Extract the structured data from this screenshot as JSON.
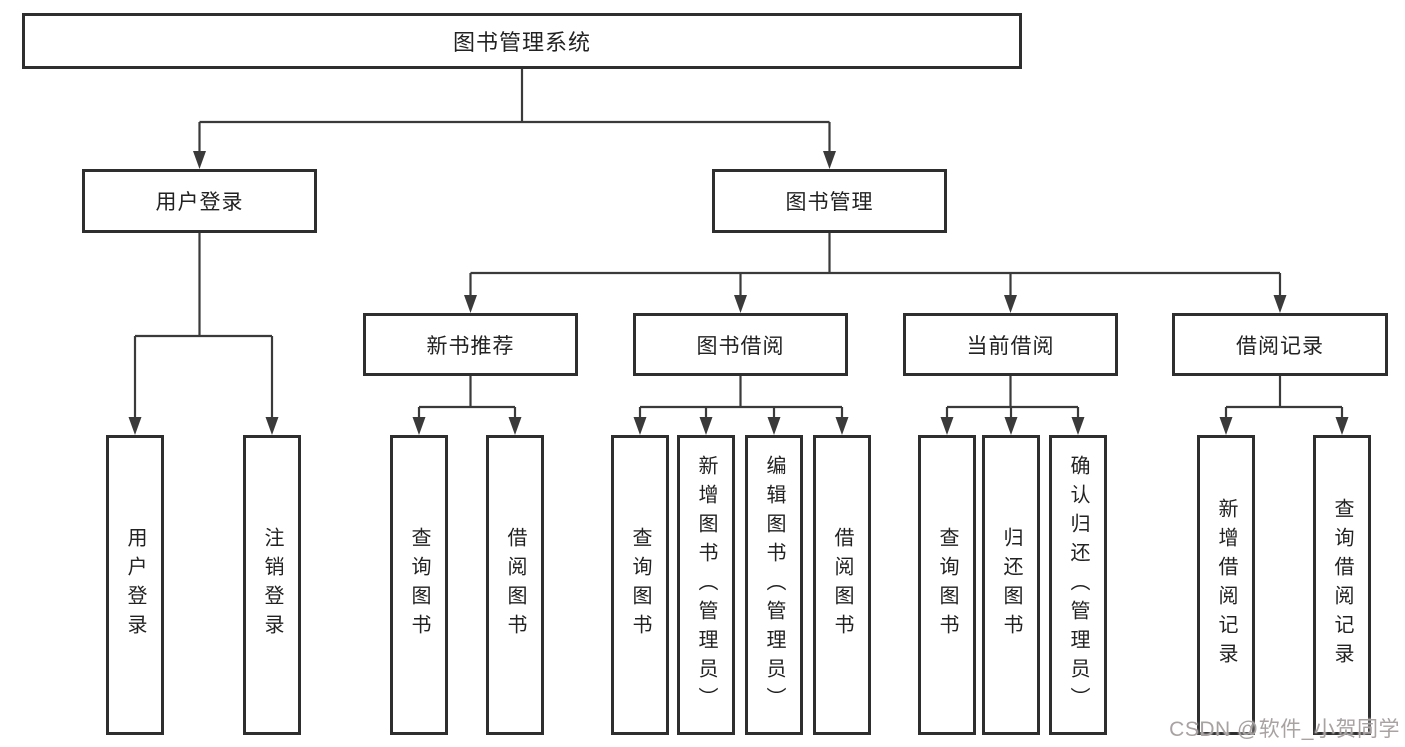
{
  "colors": {
    "background": "#ffffff",
    "line": "#3a3a3a",
    "border": "#2e2e2e",
    "text": "#222222",
    "watermark": "#a9a2a2"
  },
  "watermark": {
    "text": "CSDN @软件_小贺同学"
  },
  "diagram": {
    "root": {
      "label": "图书管理系统"
    },
    "level2": [
      {
        "id": "user-login",
        "label": "用户登录"
      },
      {
        "id": "book-management",
        "label": "图书管理"
      }
    ],
    "level3": [
      {
        "id": "new-book-recommend",
        "label": "新书推荐",
        "parent": "book-management"
      },
      {
        "id": "book-borrowing",
        "label": "图书借阅",
        "parent": "book-management"
      },
      {
        "id": "current-borrowing",
        "label": "当前借阅",
        "parent": "book-management"
      },
      {
        "id": "borrowing-records",
        "label": "借阅记录",
        "parent": "book-management"
      }
    ],
    "level4": [
      {
        "label": "用户登录",
        "parent": "user-login"
      },
      {
        "label": "注销登录",
        "parent": "user-login"
      },
      {
        "label": "查询图书",
        "parent": "new-book-recommend"
      },
      {
        "label": "借阅图书",
        "parent": "new-book-recommend"
      },
      {
        "label": "查询图书",
        "parent": "book-borrowing"
      },
      {
        "label": "新增图书（管理员）",
        "parent": "book-borrowing"
      },
      {
        "label": "编辑图书（管理员）",
        "parent": "book-borrowing"
      },
      {
        "label": "借阅图书",
        "parent": "book-borrowing"
      },
      {
        "label": "查询图书",
        "parent": "current-borrowing"
      },
      {
        "label": "归还图书",
        "parent": "current-borrowing"
      },
      {
        "label": "确认归还（管理员）",
        "parent": "current-borrowing"
      },
      {
        "label": "新增借阅记录",
        "parent": "borrowing-records"
      },
      {
        "label": "查询借阅记录",
        "parent": "borrowing-records"
      }
    ]
  }
}
